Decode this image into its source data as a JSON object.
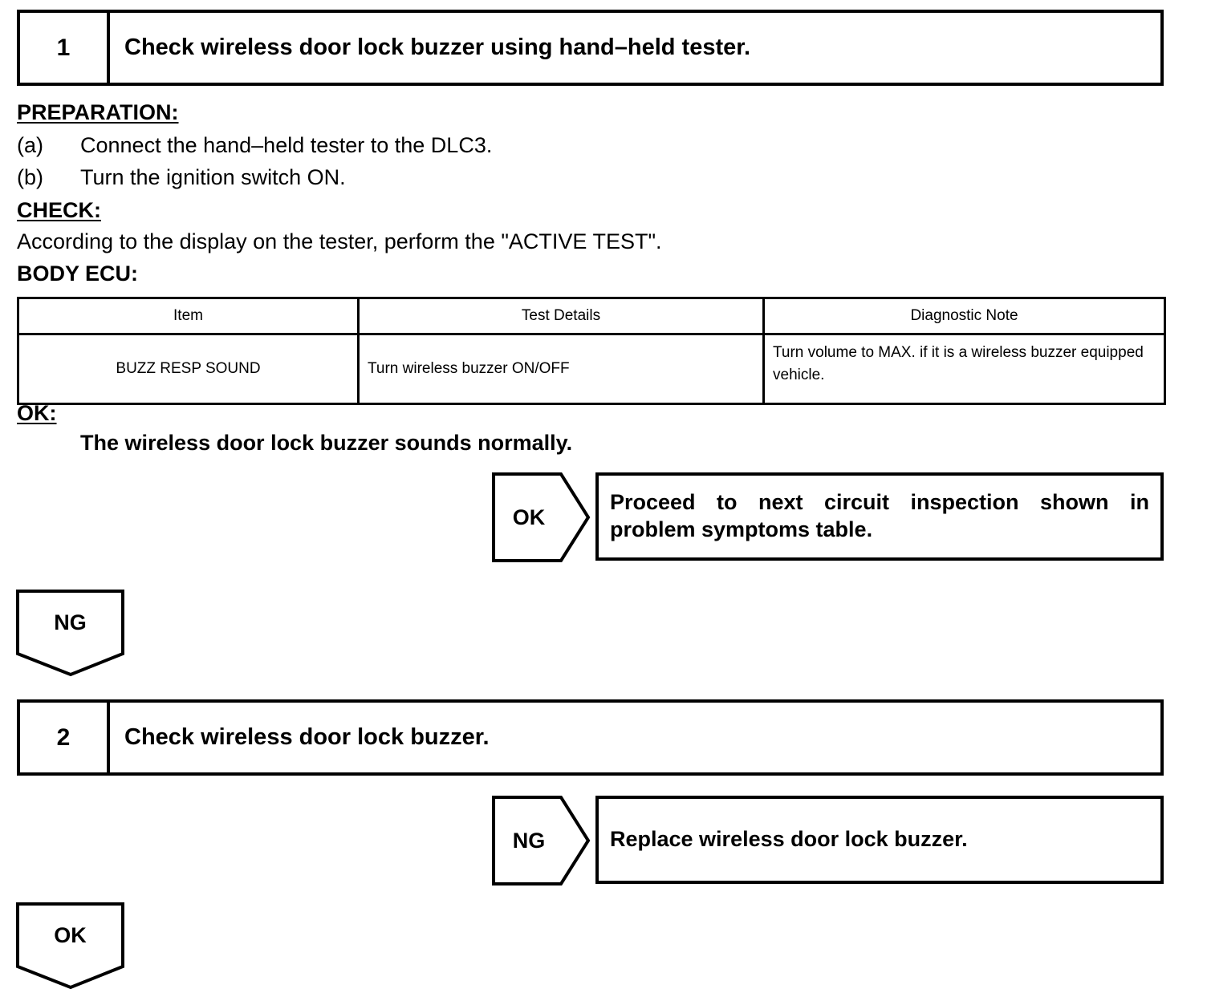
{
  "steps": [
    {
      "number": "1",
      "title": "Check wireless door lock buzzer using hand–held tester."
    },
    {
      "number": "2",
      "title": "Check wireless door lock buzzer."
    }
  ],
  "preparation": {
    "heading": "PREPARATION:",
    "items": [
      {
        "marker": "(a)",
        "text": "Connect the hand–held tester to the DLC3."
      },
      {
        "marker": "(b)",
        "text": "Turn the ignition switch ON."
      }
    ]
  },
  "check": {
    "heading": "CHECK:",
    "text": "According to the display on the tester, perform the \"ACTIVE TEST\".",
    "table_heading": "BODY ECU:"
  },
  "active_test_table": {
    "columns": [
      "Item",
      "Test Details",
      "Diagnostic Note"
    ],
    "rows": [
      {
        "item": "BUZZ RESP SOUND",
        "test_details": "Turn wireless buzzer ON/OFF",
        "diagnostic_note": "Turn volume to MAX. if it is a wireless buzzer equipped vehicle."
      }
    ]
  },
  "ok_criteria": {
    "heading": "OK:",
    "text": "The wireless door lock buzzer sounds normally."
  },
  "callouts": [
    {
      "tag": "OK",
      "result": "Proceed to next circuit inspection shown in problem symptoms table."
    },
    {
      "tag": "NG",
      "result": "Replace wireless door lock buzzer."
    }
  ],
  "flags": [
    {
      "tag": "NG"
    },
    {
      "tag": "OK"
    }
  ],
  "colors": {
    "ink": "#000000",
    "paper": "#ffffff"
  }
}
